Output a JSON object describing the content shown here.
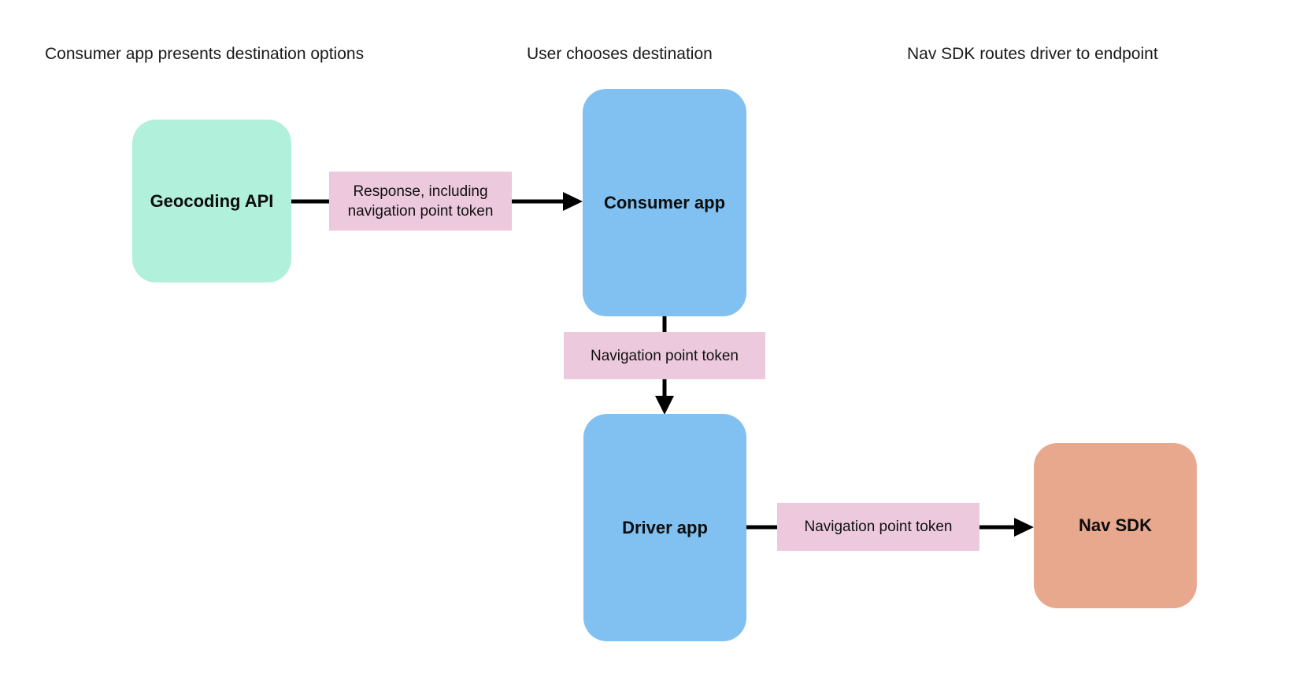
{
  "diagram": {
    "background_color": "#ffffff",
    "arrow_color": "#000000",
    "column_headers": [
      {
        "text": "Consumer app presents destination options"
      },
      {
        "text": "User chooses destination"
      },
      {
        "text": "Nav SDK routes driver to endpoint"
      }
    ],
    "nodes": [
      {
        "id": "geocoding-api",
        "label": "Geocoding API",
        "color": "#b1f0da"
      },
      {
        "id": "consumer-app",
        "label": "Consumer app",
        "color": "#80c1f1"
      },
      {
        "id": "driver-app",
        "label": "Driver app",
        "color": "#80c1f1"
      },
      {
        "id": "nav-sdk",
        "label": "Nav SDK",
        "color": "#e8a88e"
      }
    ],
    "edges": [
      {
        "from": "geocoding-api",
        "to": "consumer-app",
        "label": "Response, including navigation point token",
        "label_color": "#ecc9dd"
      },
      {
        "from": "consumer-app",
        "to": "driver-app",
        "label": "Navigation point token",
        "label_color": "#ecc9dd"
      },
      {
        "from": "driver-app",
        "to": "nav-sdk",
        "label": "Navigation point token",
        "label_color": "#ecc9dd"
      }
    ]
  }
}
